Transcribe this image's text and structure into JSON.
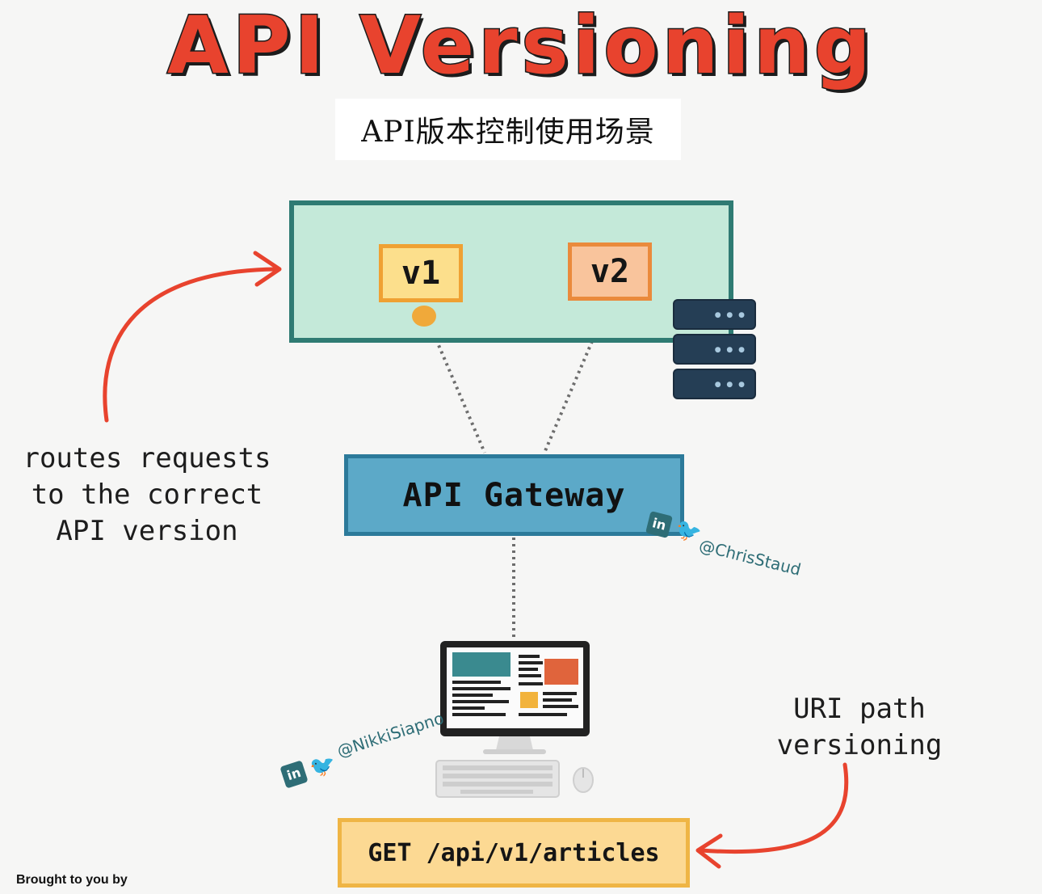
{
  "title": "API Versioning",
  "subtitle": "API版本控制使用场景",
  "versions": {
    "v1": "v1",
    "v2": "v2"
  },
  "gateway": {
    "label": "API Gateway"
  },
  "notes": {
    "routes": [
      "routes requests",
      "to the correct",
      "API version"
    ],
    "uri": [
      "URI path",
      "versioning"
    ]
  },
  "request": {
    "label": "GET /api/v1/articles"
  },
  "social": {
    "chris": "@ChrisStaud",
    "nikki": "@NikkiSiapno",
    "linkedin_glyph": "in",
    "twitter_glyph": "🐦"
  },
  "credit": "Brought to you by",
  "colors": {
    "title": "#e8432e",
    "panel": "#c4e9d9",
    "gateway": "#5ca9c8",
    "arrow": "#e8432e",
    "request": "#fcd993"
  },
  "icons": [
    "server-rack-icon",
    "computer-icon",
    "keyboard-icon",
    "mouse-icon",
    "linkedin-icon",
    "twitter-icon"
  ]
}
